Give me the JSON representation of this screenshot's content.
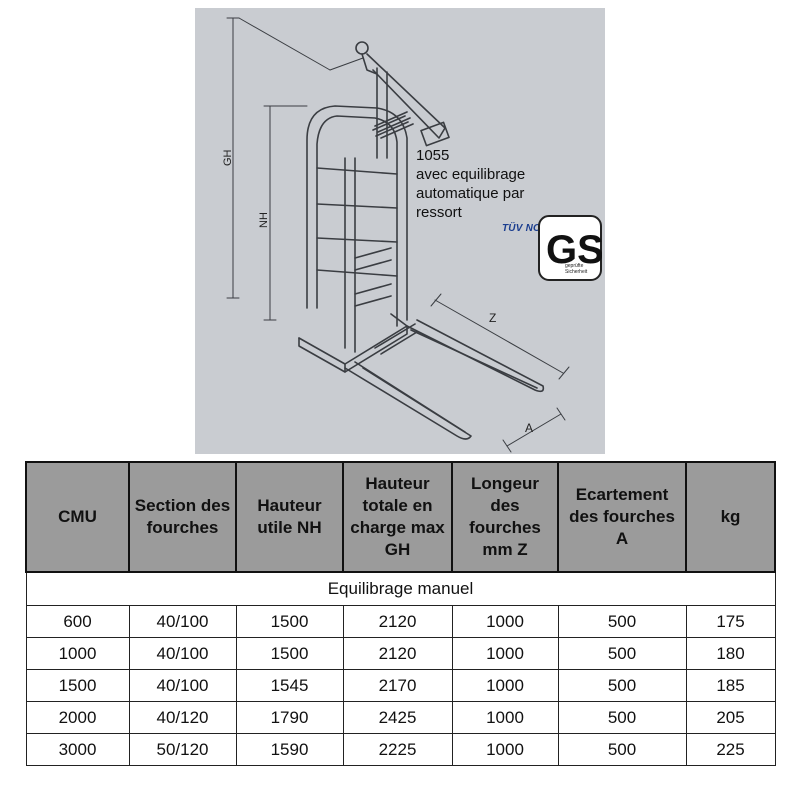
{
  "figure": {
    "labels": {
      "gh": "GH",
      "nh": "NH",
      "z": "Z",
      "a": "A"
    },
    "caption": {
      "model": "1055",
      "line1": "avec equilibrage",
      "line2": "automatique par",
      "line3": "ressort"
    },
    "badge": {
      "tuv": "TÜV NORD",
      "gs": "GS",
      "small_text_1": "geprüfte",
      "small_text_2": "Sicherheit"
    }
  },
  "table": {
    "headers": [
      "CMU",
      "Section des fourches",
      "Hauteur utile NH",
      "Hauteur totale en charge max GH",
      "Longeur des fourches mm Z",
      "Ecartement des fourches A",
      "kg"
    ],
    "section_label": "Equilibrage manuel",
    "rows": [
      [
        "600",
        "40/100",
        "1500",
        "2120",
        "1000",
        "500",
        "175"
      ],
      [
        "1000",
        "40/100",
        "1500",
        "2120",
        "1000",
        "500",
        "180"
      ],
      [
        "1500",
        "40/100",
        "1545",
        "2170",
        "1000",
        "500",
        "185"
      ],
      [
        "2000",
        "40/120",
        "1790",
        "2425",
        "1000",
        "500",
        "205"
      ],
      [
        "3000",
        "50/120",
        "1590",
        "2225",
        "1000",
        "500",
        "225"
      ]
    ]
  },
  "colors": {
    "figure_bg": "#c9ccd1",
    "header_bg": "#9b9b9b",
    "tuv_blue": "#1a3d8f"
  }
}
